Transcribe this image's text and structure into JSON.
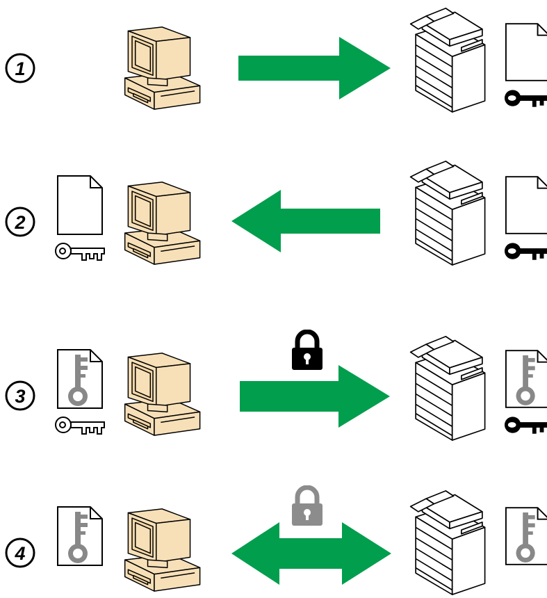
{
  "steps": [
    {
      "number": "1",
      "arrow": "right",
      "pc_doc": null,
      "pc_key": null,
      "lock": null,
      "printer_doc": "blank",
      "printer_key": "black"
    },
    {
      "number": "2",
      "arrow": "left",
      "pc_doc": "blank",
      "pc_key": "outline",
      "lock": null,
      "printer_doc": "blank",
      "printer_key": "black"
    },
    {
      "number": "3",
      "arrow": "right",
      "pc_doc": "key",
      "pc_key": "outline",
      "lock": "black",
      "printer_doc": "key",
      "printer_key": "black"
    },
    {
      "number": "4",
      "arrow": "both",
      "pc_doc": "key",
      "pc_key": null,
      "lock": "gray",
      "printer_doc": "key",
      "printer_key": null
    }
  ],
  "colors": {
    "arrow": "#009e4d",
    "computer_fill": "#f7e0b8",
    "key_gray": "#888888",
    "lock_black": "#000000",
    "lock_gray": "#8c8c8c"
  },
  "icons": [
    "computer-icon",
    "printer-icon",
    "document-icon",
    "key-icon",
    "padlock-icon",
    "arrow-icon"
  ]
}
